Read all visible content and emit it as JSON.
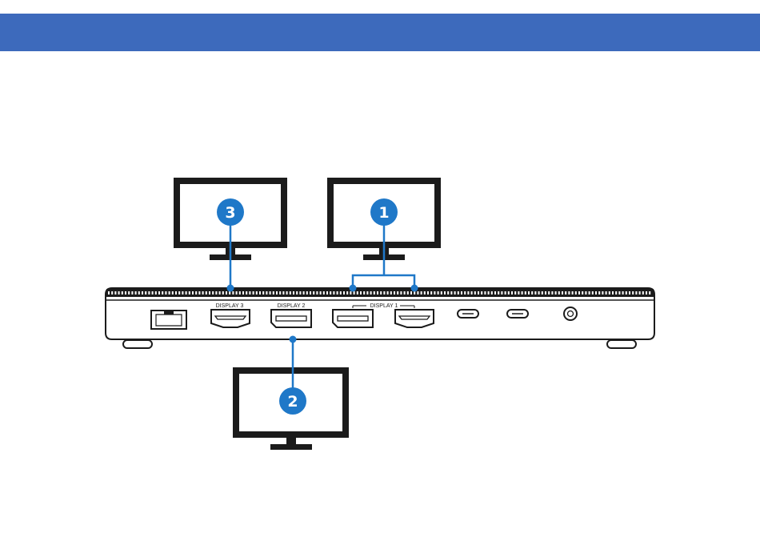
{
  "header": {
    "color": "#3d6abc"
  },
  "colors": {
    "accent": "#1f78c8",
    "outline": "#1b1b1b",
    "background": "#ffffff"
  },
  "monitors": [
    {
      "id": "monitor-3",
      "badge": "3",
      "icon": "monitor-icon"
    },
    {
      "id": "monitor-1",
      "badge": "1",
      "icon": "monitor-icon"
    },
    {
      "id": "monitor-2",
      "badge": "2",
      "icon": "monitor-icon"
    }
  ],
  "dock": {
    "ports": {
      "ethernet": {
        "icon": "ethernet-port-icon"
      },
      "display3": {
        "label": "DISPLAY 3",
        "type": "HDMI"
      },
      "display2": {
        "label": "DISPLAY 2",
        "type": "DisplayPort"
      },
      "display1": {
        "label": "DISPLAY 1",
        "types": [
          "DisplayPort",
          "HDMI"
        ]
      },
      "usbc": {
        "icon": "usb-c-port-icon",
        "count": 2
      },
      "power": {
        "icon": "power-jack-icon"
      }
    }
  }
}
